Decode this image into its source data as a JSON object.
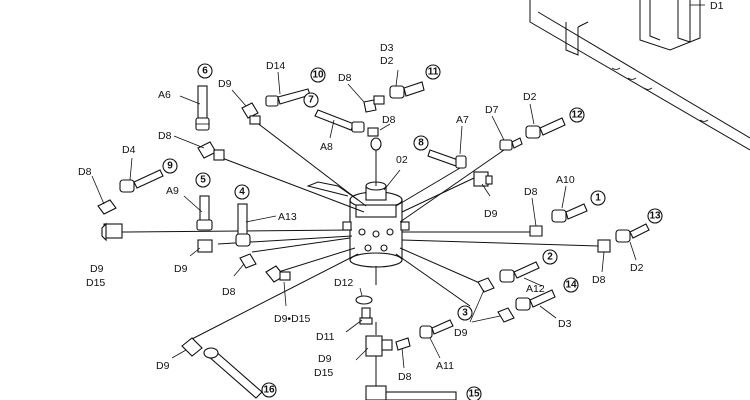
{
  "labels": {
    "D1": "D1",
    "D3_D2": [
      "D3",
      "D2"
    ],
    "D14": "D14",
    "D9_top": "D9",
    "D8_top": "D8",
    "A6": "A6",
    "A8": "A8",
    "D8_mid": "D8",
    "D8_left": "D8",
    "D4": "D4",
    "D8_farleft": "D8",
    "O2": "02",
    "A7": "A7",
    "D7": "D7",
    "D2_right": "D2",
    "D9_right": "D9",
    "D8_right": "D8",
    "A10": "A10",
    "A9": "A9",
    "A13": "A13",
    "D9_D15_left": [
      "D9",
      "D15"
    ],
    "D9_small": "D9",
    "D8_low": "D8",
    "D9_D15_mid": "D9•D15",
    "D12": "D12",
    "D11": "D11",
    "D9_D15_bot": [
      "D9",
      "D15"
    ],
    "D8_bot": "D8",
    "A11": "A11",
    "D9_pair": "D9",
    "A12": "A12",
    "D3_right": "D3",
    "D8_farright": "D8",
    "D2_farright": "D2",
    "D9_bottomleft": "D9"
  },
  "circled_numbers": {
    "n1": "1",
    "n2": "2",
    "n3": "3",
    "n4": "4",
    "n5": "5",
    "n6": "6",
    "n7": "7",
    "n8": "8",
    "n9": "9",
    "n10": "10",
    "n11": "11",
    "n12": "12",
    "n13": "13",
    "n14": "14",
    "n15": "15",
    "n16": "16"
  }
}
